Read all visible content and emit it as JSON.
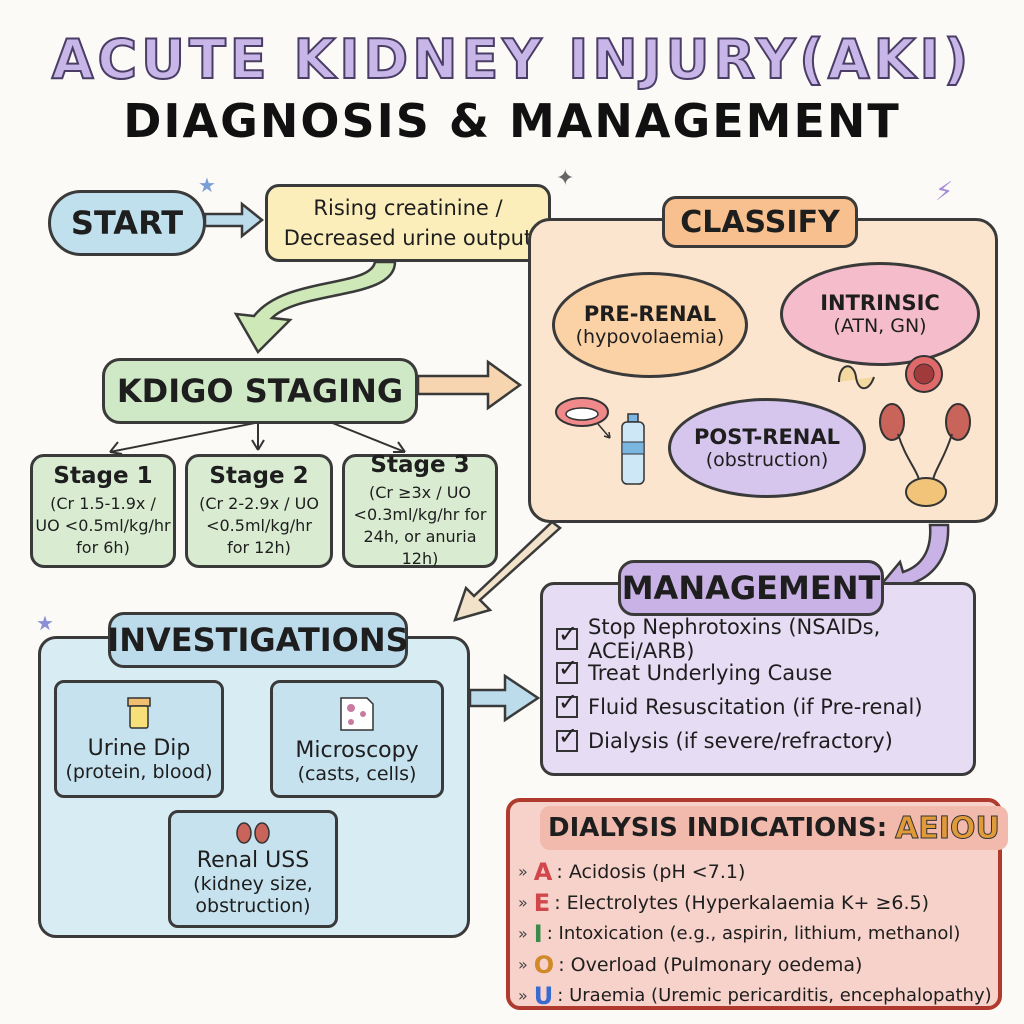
{
  "title": {
    "line1": "ACUTE KIDNEY INJURY(AKI)",
    "line2": "DIAGNOSIS & MANAGEMENT"
  },
  "start": {
    "label": "START"
  },
  "trigger": {
    "line1": "Rising creatinine /",
    "line2": "Decreased urine output"
  },
  "kdigo": {
    "label": "KDIGO STAGING",
    "stages": [
      {
        "title": "Stage 1",
        "lines": [
          "(Cr 1.5-1.9x /",
          "UO <0.5ml/kg/hr",
          "for 6h)"
        ]
      },
      {
        "title": "Stage 2",
        "lines": [
          "(Cr 2-2.9x / UO",
          "<0.5ml/kg/hr",
          "for 12h)"
        ]
      },
      {
        "title": "Stage 3",
        "lines": [
          "(Cr ≥3x / UO",
          "<0.3ml/kg/hr for",
          "24h, or anuria 12h)"
        ]
      }
    ]
  },
  "classify": {
    "label": "CLASSIFY",
    "prerenal": {
      "name": "PRE-RENAL",
      "detail": "(hypovolaemia)"
    },
    "intrinsic": {
      "name": "INTRINSIC",
      "detail": "(ATN, GN)"
    },
    "postrenal": {
      "name": "POST-RENAL",
      "detail": "(obstruction)"
    }
  },
  "management": {
    "label": "MANAGEMENT",
    "items": [
      "Stop Nephrotoxins (NSAIDs, ACEi/ARB)",
      "Treat Underlying Cause",
      "Fluid Resuscitation (if Pre-renal)",
      "Dialysis (if severe/refractory)"
    ]
  },
  "investigations": {
    "label": "INVESTIGATIONS",
    "urine": {
      "name": "Urine Dip",
      "detail": "(protein, blood)"
    },
    "micro": {
      "name": "Microscopy",
      "detail": "(casts, cells)"
    },
    "uss": {
      "name": "Renal USS",
      "detail1": "(kidney size,",
      "detail2": "obstruction)"
    }
  },
  "dialysis": {
    "label": "DIALYSIS INDICATIONS:",
    "mnemonic": "AEIOU",
    "rows": [
      {
        "letter": "A",
        "text": ": Acidosis (pH <7.1)"
      },
      {
        "letter": "E",
        "text": ": Electrolytes (Hyperkalaemia K+ ≥6.5)"
      },
      {
        "letter": "I",
        "text": ": Intoxication (e.g., aspirin, lithium, methanol)"
      },
      {
        "letter": "O",
        "text": ": Overload (Pulmonary oedema)"
      },
      {
        "letter": "U",
        "text": ": Uraemia (Uremic pericarditis, encephalopathy)"
      }
    ]
  },
  "colors": {
    "start": "#bfe0ec",
    "trigger": "#fbeebb",
    "kdigo": "#cfe8c6",
    "classify": "#fbe5cf",
    "prerenal": "#fbd1a6",
    "intrinsic": "#f5bccb",
    "postrenal": "#d6c5ec",
    "management": "#e6dcf3",
    "investigations": "#d7ecf3",
    "dialysis": "#f7d2cb",
    "arrow_green": "#cfe8b8",
    "arrow_peach": "#f6d5b0",
    "arrow_purple": "#c9b2e6",
    "arrow_blue": "#bcdcec"
  },
  "icons": [
    "mouth-icon",
    "water-bottle-icon",
    "kidney-nephron-icon",
    "urinary-tract-icon",
    "urine-pot-icon",
    "slide-icon",
    "kidney-icon"
  ]
}
